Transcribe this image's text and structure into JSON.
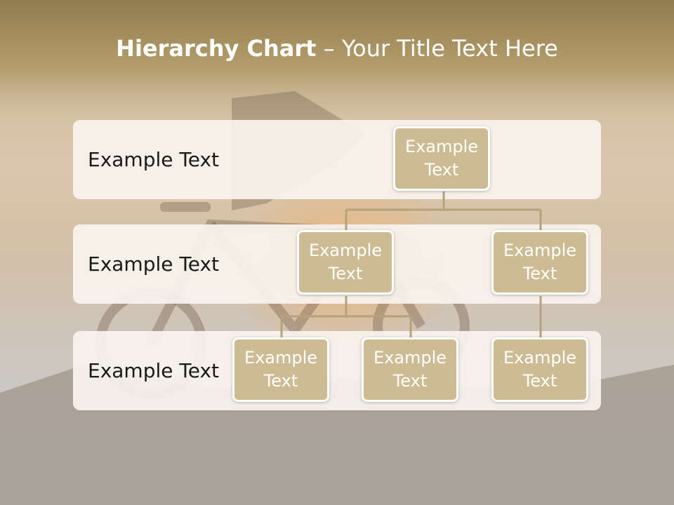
{
  "slide": {
    "title_bold": "Hierarchy Chart",
    "title_rest": " – Your Title Text Here"
  },
  "rows": [
    {
      "label": "Example Text"
    },
    {
      "label": "Example Text"
    },
    {
      "label": "Example Text"
    }
  ],
  "nodes": [
    {
      "id": "root",
      "label": "Example Text",
      "parent": null
    },
    {
      "id": "mid-left",
      "label": "Example Text",
      "parent": "root"
    },
    {
      "id": "mid-right",
      "label": "Example Text",
      "parent": "root"
    },
    {
      "id": "leaf-1",
      "label": "Example Text",
      "parent": "mid-left"
    },
    {
      "id": "leaf-2",
      "label": "Example Text",
      "parent": "mid-left"
    },
    {
      "id": "leaf-3",
      "label": "Example Text",
      "parent": "mid-right"
    }
  ],
  "colors": {
    "node_fill": "#cdbc93",
    "node_text": "#ffffff",
    "connector": "#b5a27a",
    "band_fill": "#f7f3ed"
  }
}
